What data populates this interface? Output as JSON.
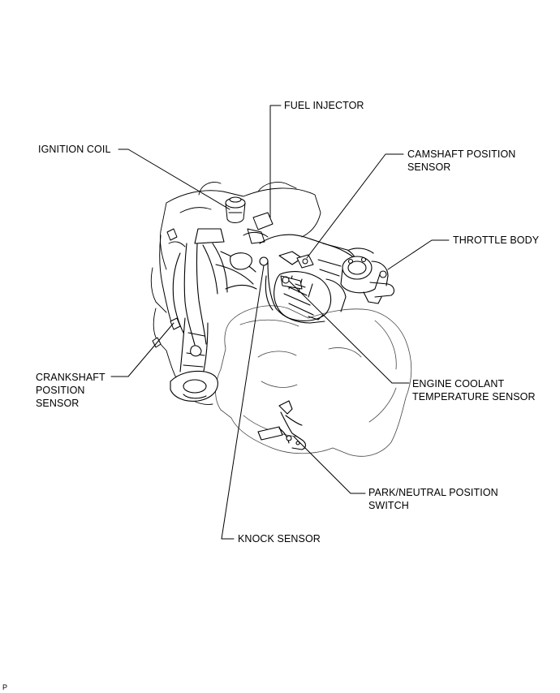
{
  "labels": {
    "fuel_injector": "FUEL INJECTOR",
    "ignition_coil": "IGNITION COIL",
    "camshaft_position_sensor": [
      "CAMSHAFT POSITION",
      "SENSOR"
    ],
    "throttle_body": "THROTTLE BODY",
    "crankshaft_position_sensor": [
      "CRANKSHAFT",
      "POSITION",
      "SENSOR"
    ],
    "engine_coolant_temperature_sensor": [
      "ENGINE COOLANT",
      "TEMPERATURE SENSOR"
    ],
    "park_neutral_position_switch": [
      "PARK/NEUTRAL POSITION",
      "SWITCH"
    ],
    "knock_sensor": "KNOCK SENSOR"
  },
  "corner_mark": "P"
}
